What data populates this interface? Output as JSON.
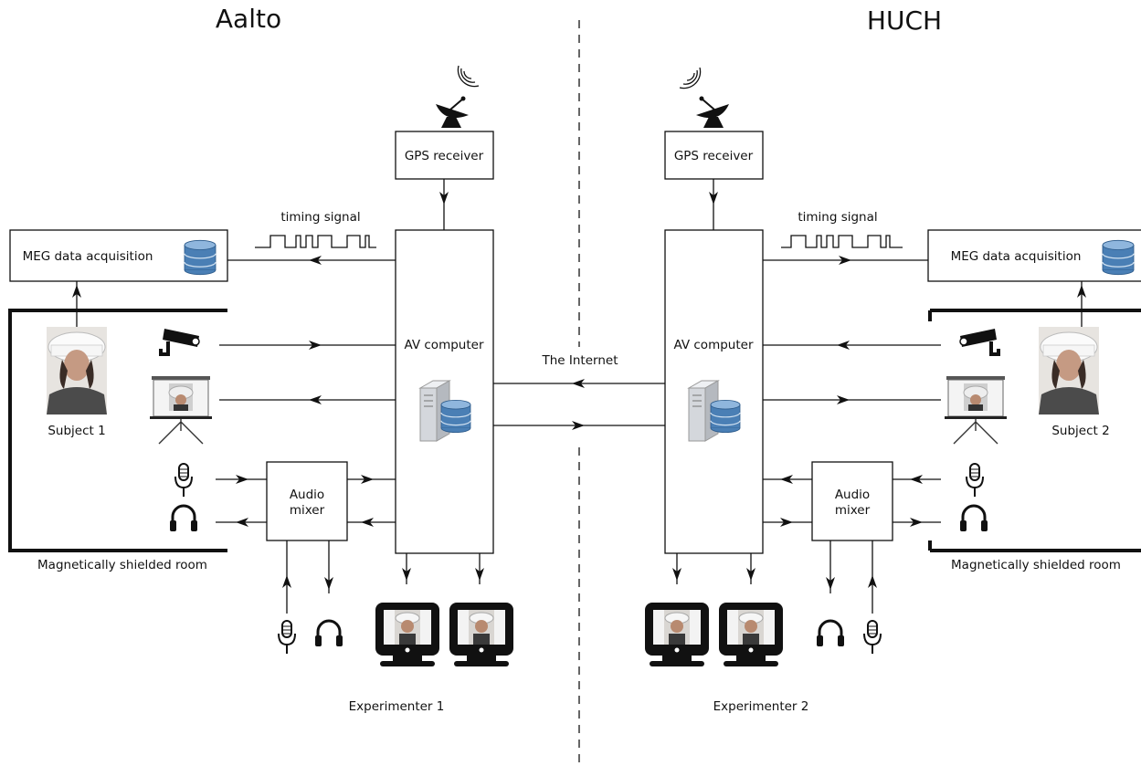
{
  "sites": {
    "left": "Aalto",
    "right": "HUCH"
  },
  "gps_receiver": "GPS receiver",
  "timing_signal": "timing signal",
  "meg_acquisition": "MEG data acquisition",
  "av_computer": "AV computer",
  "internet": "The Internet",
  "audio_mixer_line1": "Audio",
  "audio_mixer_line2": "mixer",
  "subjects": {
    "left": "Subject 1",
    "right": "Subject 2"
  },
  "shielded_room": "Magnetically shielded room",
  "experimenters": {
    "left": "Experimenter 1",
    "right": "Experimenter 2"
  },
  "colors": {
    "line": "#111111",
    "database": "#4a7fb5",
    "server": "#c8ccd1"
  }
}
